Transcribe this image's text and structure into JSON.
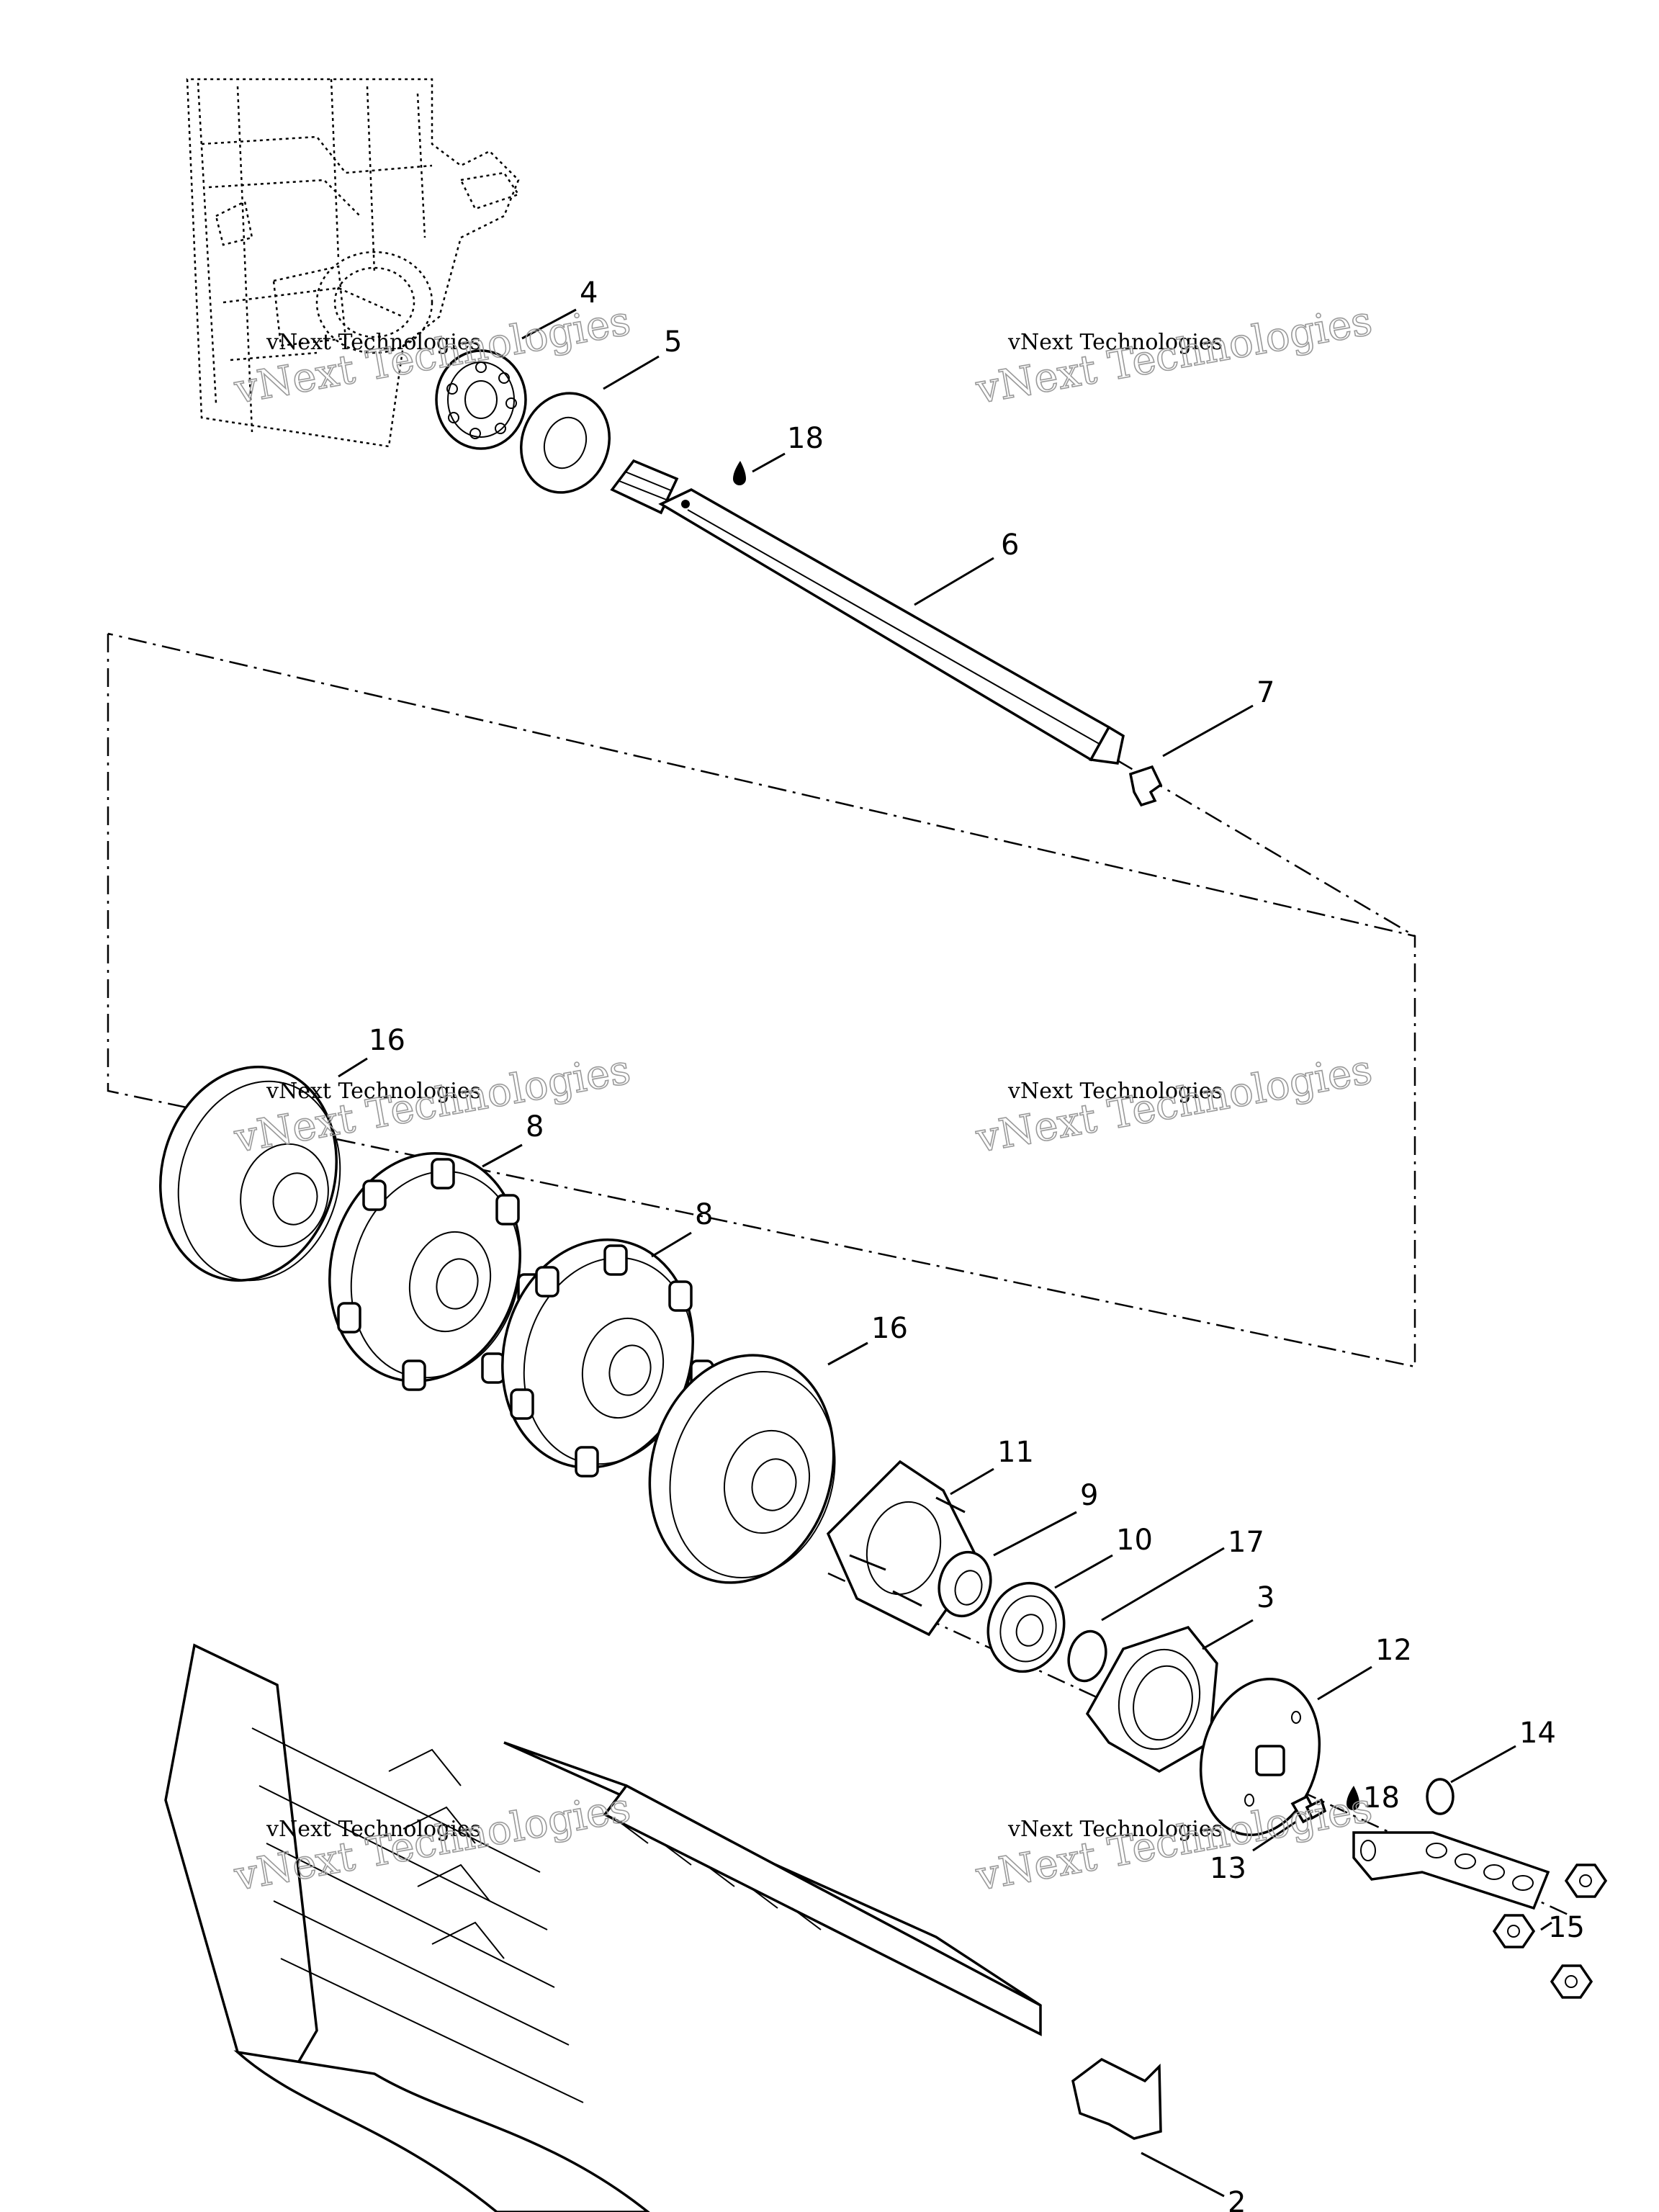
{
  "callouts": {
    "c4": "4",
    "c5": "5",
    "c18a": "18",
    "c6": "6",
    "c7": "7",
    "c16a": "16",
    "c8a": "8",
    "c8b": "8",
    "c16b": "16",
    "c11": "11",
    "c9": "9",
    "c10": "10",
    "c17": "17",
    "c3": "3",
    "c12": "12",
    "c14": "14",
    "c18b": "18",
    "c13": "13",
    "c15": "15",
    "c2": "2"
  },
  "watermark": {
    "line1": "vNext Technologies",
    "logo_text": "vNext Technologies"
  },
  "colors": {
    "ink": "#000000",
    "watermark": "#9a9a9a",
    "background": "#ffffff"
  }
}
